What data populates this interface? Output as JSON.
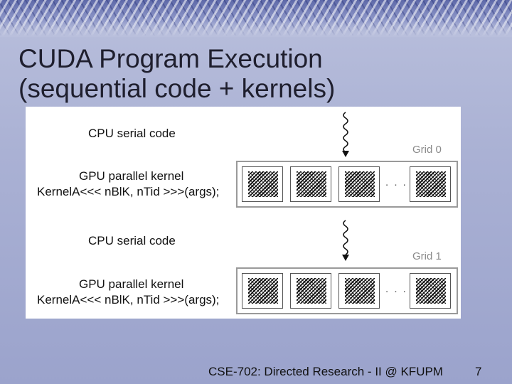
{
  "slide": {
    "title_line1": "CUDA Program Execution",
    "title_line2": "(sequential code + kernels)",
    "footer": "CSE-702: Directed Research - II @ KFUPM",
    "page_number": "7"
  },
  "diagram": {
    "stages": [
      {
        "cpu_label": "CPU serial code",
        "grid_label": "Grid 0",
        "gpu_label": "GPU parallel kernel",
        "launch_label": "KernelA<<< nBlK, nTid >>>(args);",
        "ellipsis": ". . ."
      },
      {
        "cpu_label": "CPU serial code",
        "grid_label": "Grid 1",
        "gpu_label": "GPU parallel kernel",
        "launch_label": "KernelA<<< nBlK, nTid >>>(args);",
        "ellipsis": ". . ."
      }
    ]
  }
}
